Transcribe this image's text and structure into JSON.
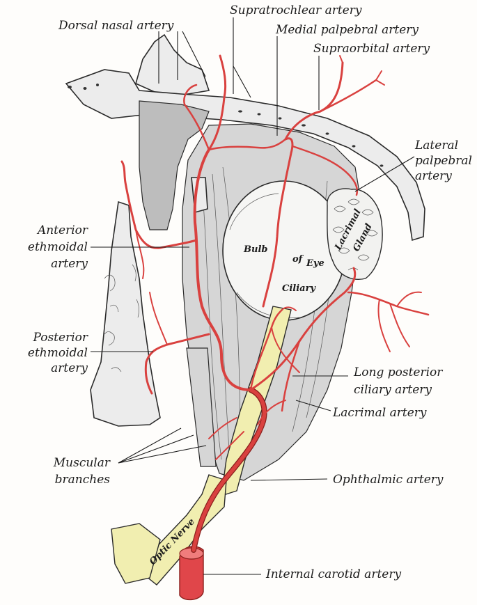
{
  "labels": {
    "dorsal_nasal": "Dorsal nasal artery",
    "supratrochlear": "Supratrochlear artery",
    "medial_palpebral": "Medial palpebral artery",
    "supraorbital": "Supraorbital artery",
    "lateral_palpebral_1": "Lateral",
    "lateral_palpebral_2": "palpebral",
    "lateral_palpebral_3": "artery",
    "anterior_ethmoidal_1": "Anterior",
    "anterior_ethmoidal_2": "ethmoidal",
    "anterior_ethmoidal_3": "artery",
    "posterior_ethmoidal_1": "Posterior",
    "posterior_ethmoidal_2": "ethmoidal",
    "posterior_ethmoidal_3": "artery",
    "long_posterior_ciliary_1": "Long posterior",
    "long_posterior_ciliary_2": "ciliary artery",
    "lacrimal": "Lacrimal artery",
    "muscular_branches_1": "Muscular",
    "muscular_branches_2": "branches",
    "ophthalmic": "Ophthalmic artery",
    "internal_carotid": "Internal carotid artery"
  },
  "organ_labels": {
    "bulb_1": "Bulb",
    "bulb_2": "of",
    "bulb_3": "Eye",
    "ciliary": "Ciliary",
    "lacrimal_gland_1": "Lacrimal",
    "lacrimal_gland_2": "Gland",
    "optic_nerve": "Optic Nerve"
  },
  "colors": {
    "artery": "#d9413f",
    "optic_nerve": "#f1eeb0",
    "bone": "#ececec"
  }
}
